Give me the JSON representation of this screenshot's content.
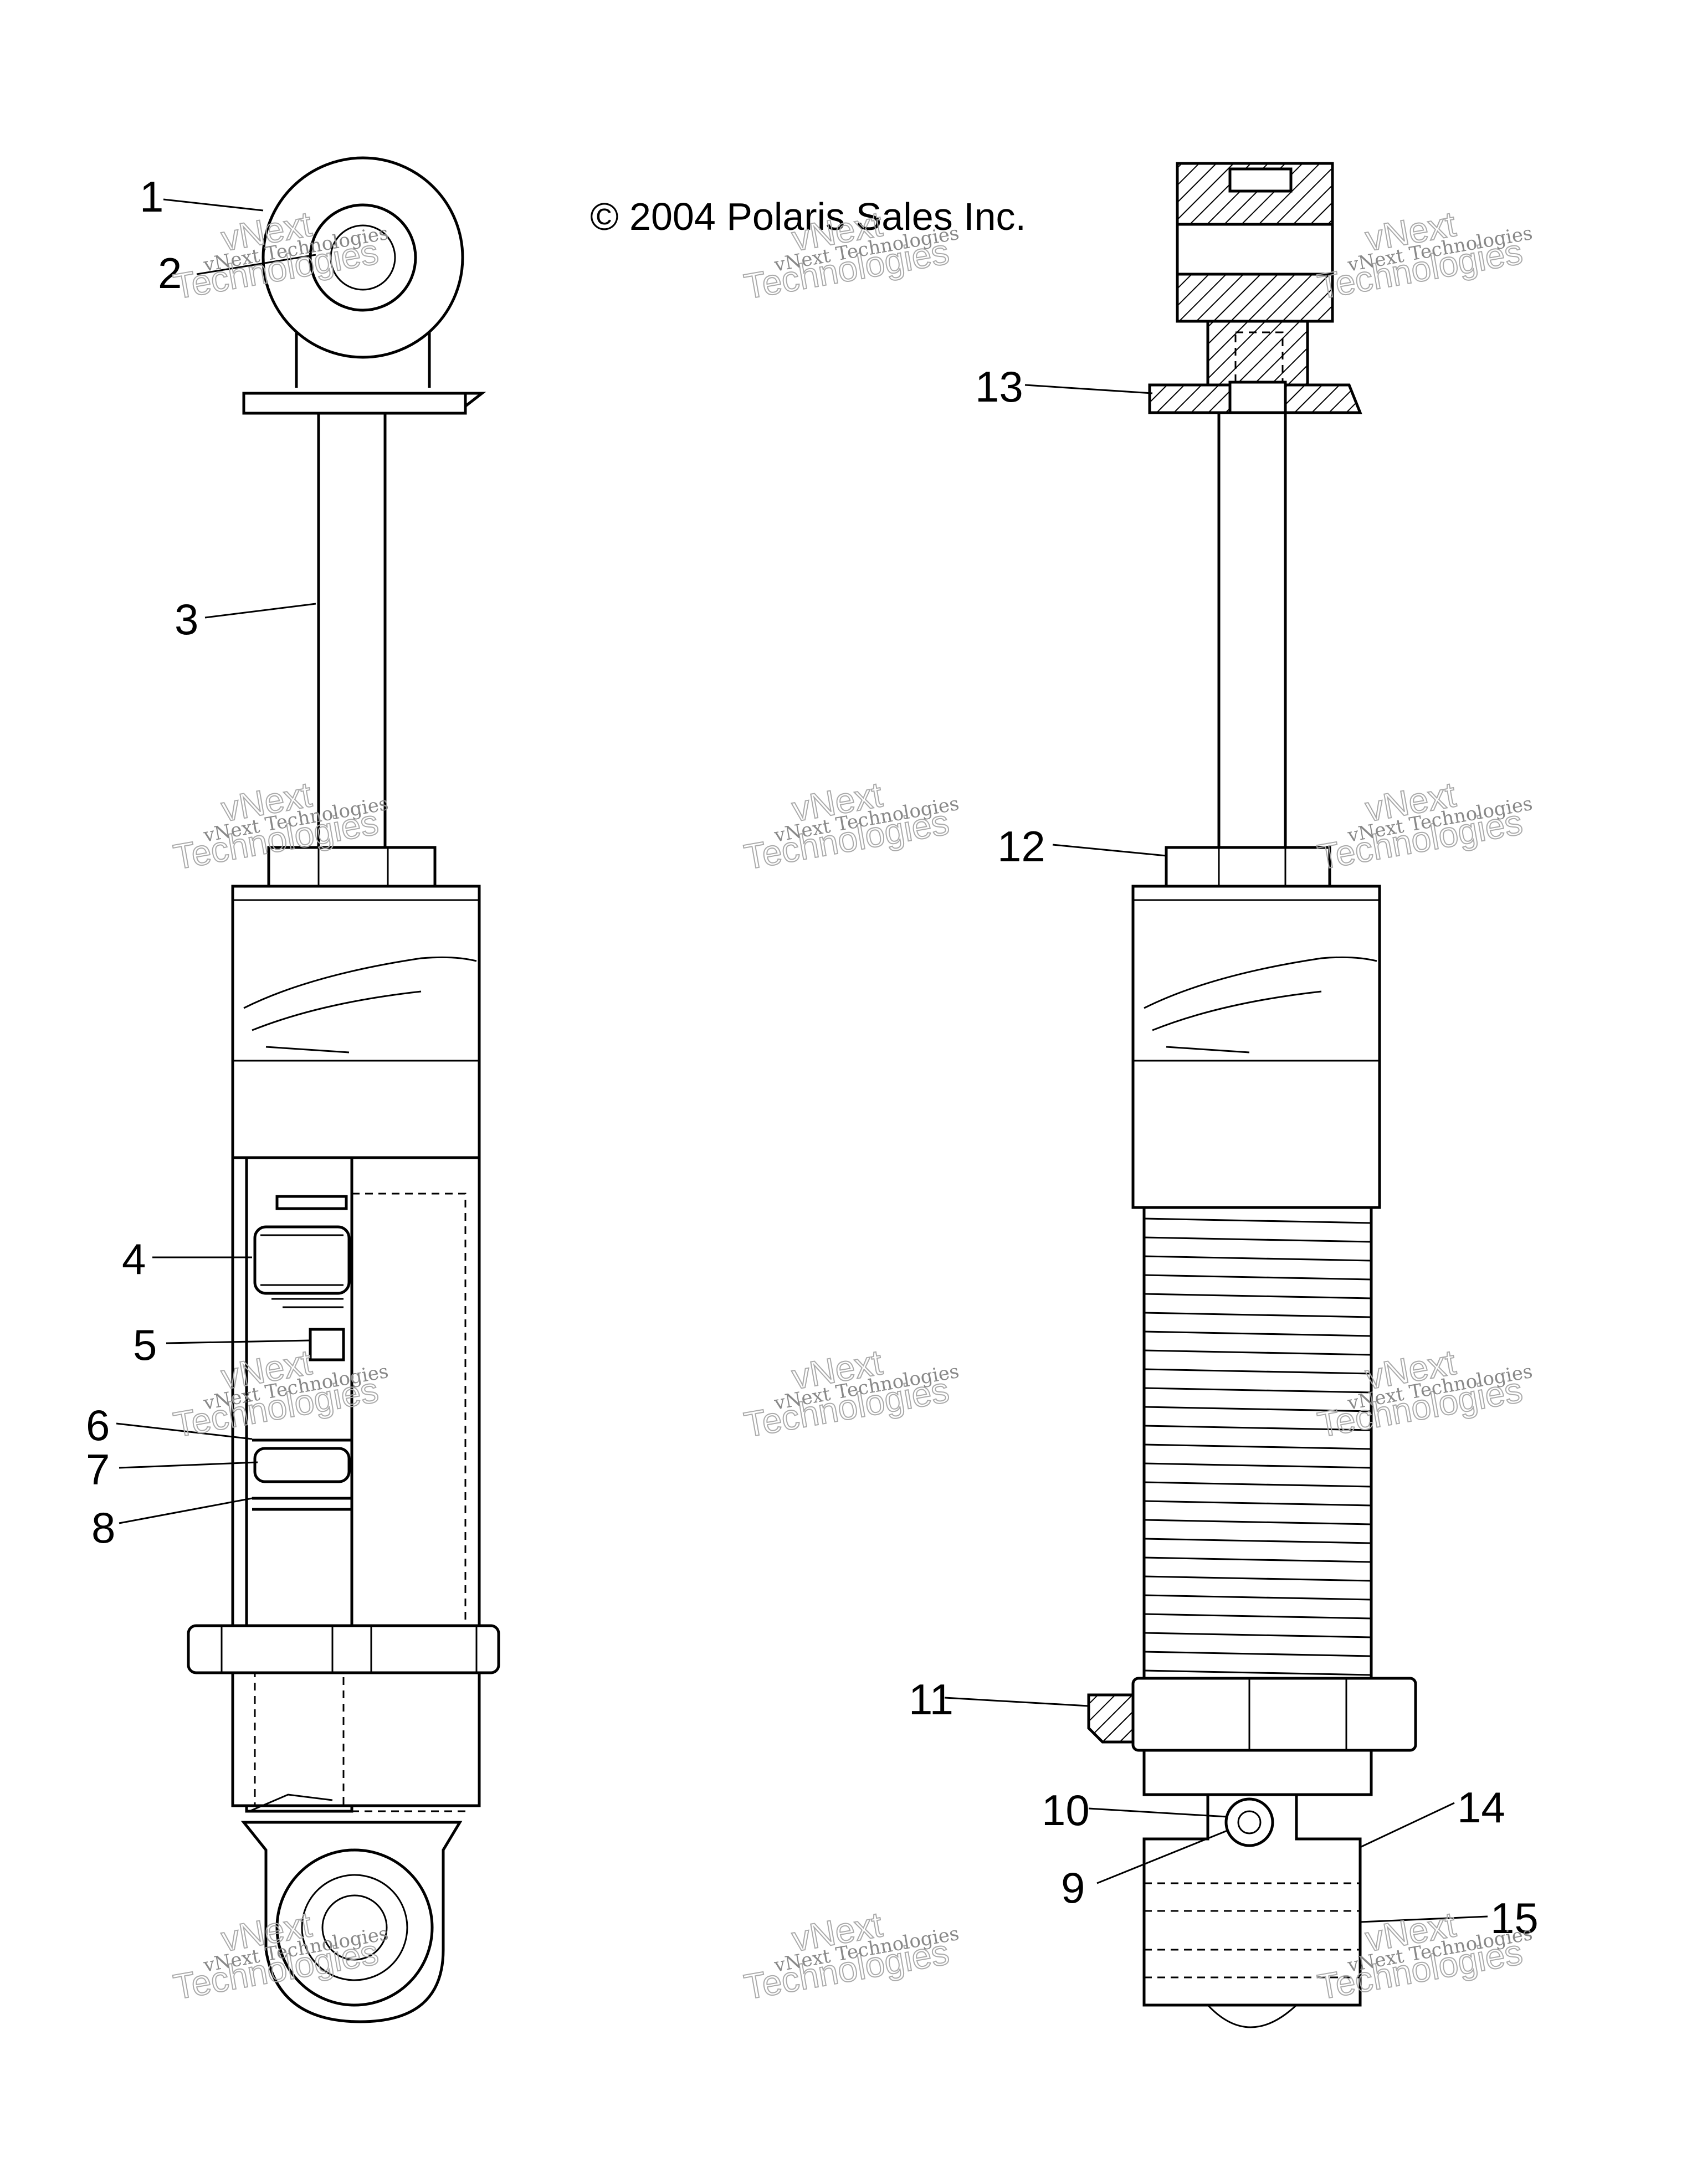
{
  "copyright": "© 2004 Polaris Sales Inc.",
  "watermark": {
    "line1": "vNext Technologies",
    "line2": "Technologies",
    "line3": "vNext"
  },
  "callouts": [
    "1",
    "2",
    "3",
    "4",
    "5",
    "6",
    "7",
    "8",
    "9",
    "10",
    "11",
    "12",
    "13",
    "14",
    "15"
  ],
  "colors": {
    "line": "#000000",
    "watermark": "#aaaaaa",
    "background": "#ffffff"
  }
}
